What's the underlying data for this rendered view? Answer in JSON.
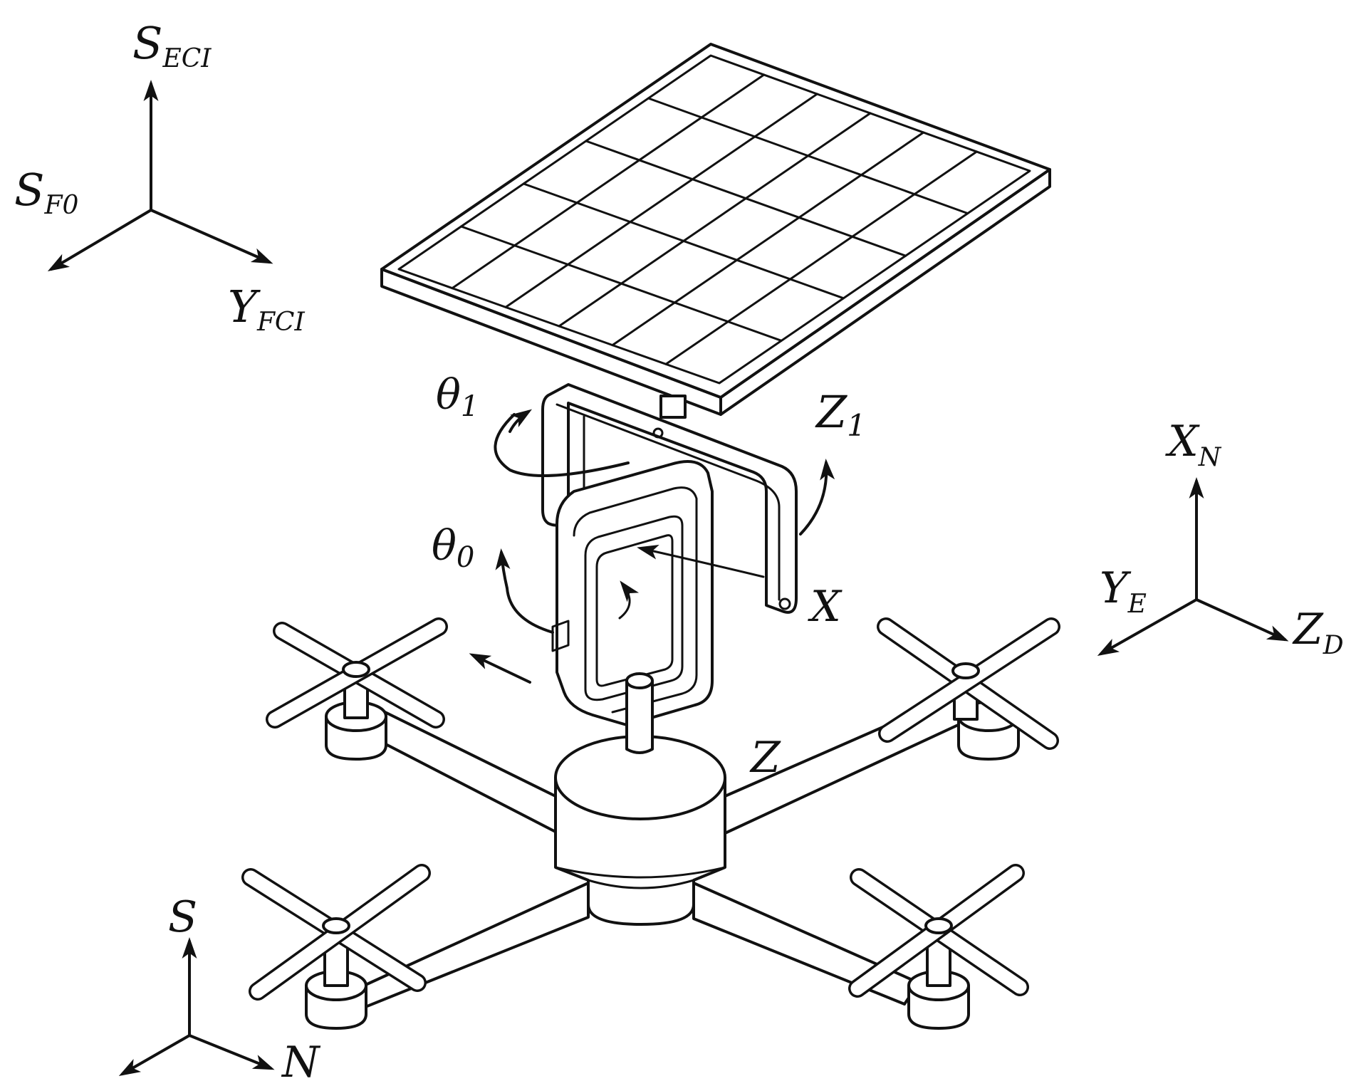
{
  "labels": {
    "eci_frame": {
      "main": "S",
      "sub": "ECI"
    },
    "f0_frame": {
      "main": "S",
      "sub": "F0"
    },
    "fci_frame": {
      "main": "Y",
      "sub": "FCI"
    },
    "theta1": {
      "main": "θ",
      "sub": "1"
    },
    "theta0": {
      "main": "θ",
      "sub": "0"
    },
    "z1": {
      "main": "Z",
      "sub": "1"
    },
    "x_axis": {
      "main": "X"
    },
    "z_axis": {
      "main": "Z"
    },
    "xn": {
      "main": "X",
      "sub": "N"
    },
    "ye": {
      "main": "Y",
      "sub": "E"
    },
    "zd": {
      "main": "Z",
      "sub": "D"
    },
    "s_axis": {
      "main": "S"
    },
    "n_axis": {
      "main": "N"
    }
  },
  "colors": {
    "ink": "#111111",
    "background": "#ffffff"
  },
  "panel": {
    "rows": 5,
    "cols": 6
  }
}
